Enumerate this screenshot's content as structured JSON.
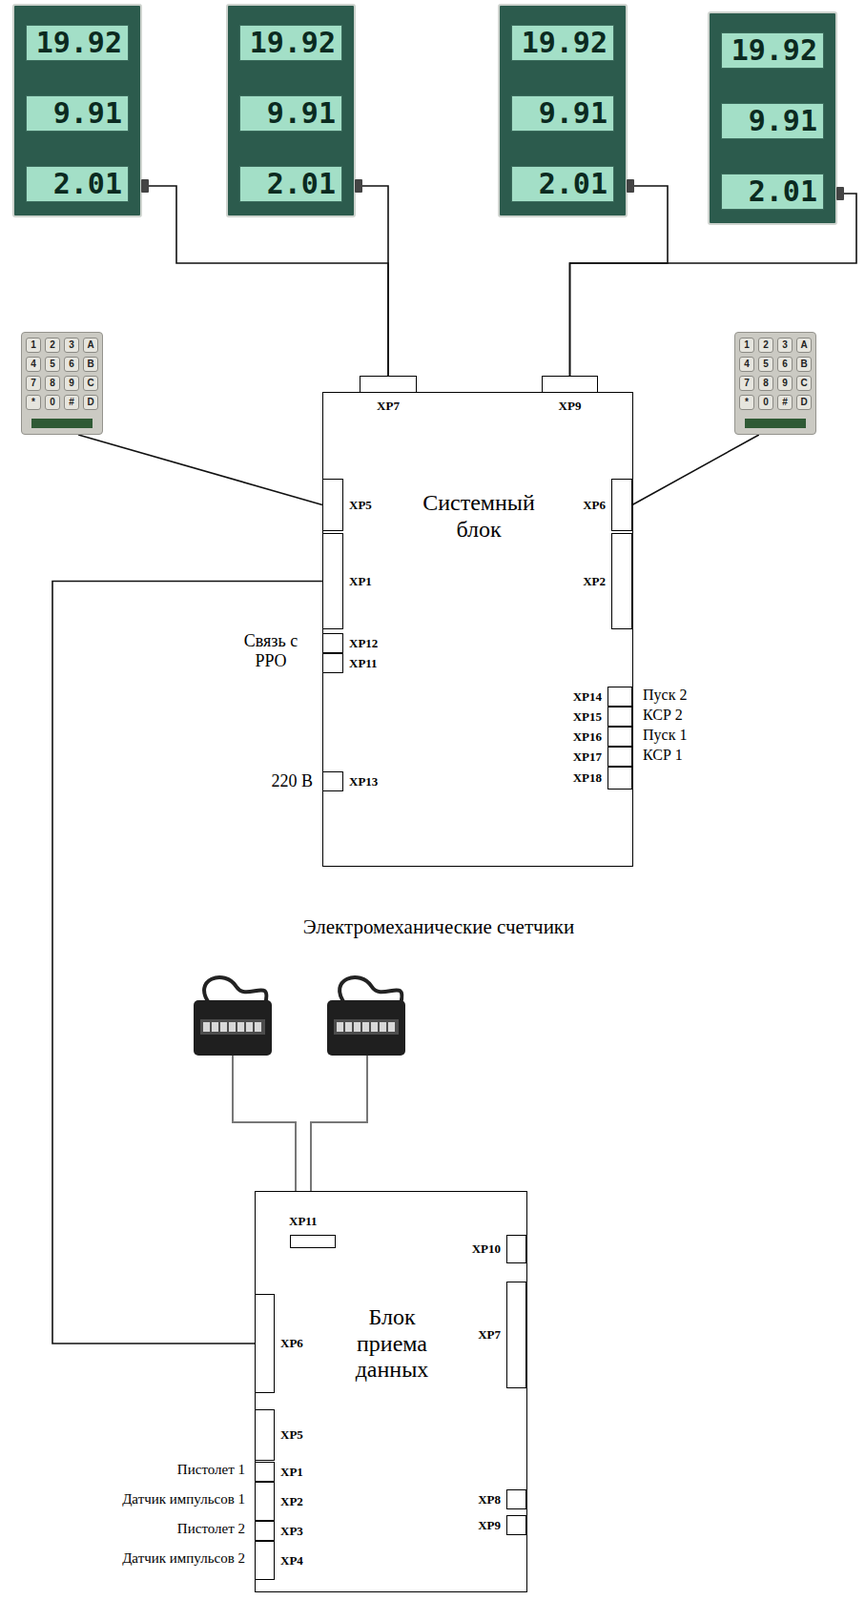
{
  "diagram": {
    "nodes": [
      {
        "text": [
          "19.92",
          "9.91",
          "2.01"
        ]
      },
      {
        "text": [
          "19.92",
          "9.91",
          "2.01"
        ]
      },
      {
        "text": [
          "19.92",
          "9.91",
          "2.01"
        ]
      },
      {
        "text": [
          "19.92",
          "9.91",
          "2.01"
        ]
      },
      {
        "text": [
          "1",
          "2",
          "3",
          "A",
          "4",
          "5",
          "6",
          "B",
          "7",
          "8",
          "9",
          "C",
          "*",
          "0",
          "#",
          "D"
        ]
      },
      {
        "text": [
          "1",
          "2",
          "3",
          "A",
          "4",
          "5",
          "6",
          "B",
          "7",
          "8",
          "9",
          "C",
          "*",
          "0",
          "#",
          "D"
        ]
      },
      {
        "text": [
          "Системный блок"
        ]
      },
      {
        "text": [
          "XP7"
        ],
        "in": 6
      },
      {
        "text": [
          "XP9"
        ],
        "in": 6
      },
      {
        "text": [
          "XP5"
        ],
        "in": 6
      },
      {
        "text": [
          "XP6"
        ],
        "in": 6
      },
      {
        "text": [
          "XP1"
        ],
        "in": 6
      },
      {
        "text": [
          "XP2"
        ],
        "in": 6
      },
      {
        "text": [
          "XP12"
        ],
        "in": 6
      },
      {
        "text": [
          "XP11"
        ],
        "in": 6
      },
      {
        "text": [
          "XP13"
        ],
        "in": 6
      },
      {
        "text": [
          "XP14"
        ],
        "in": 6
      },
      {
        "text": [
          "XP15"
        ],
        "in": 6
      },
      {
        "text": [
          "XP16"
        ],
        "in": 6
      },
      {
        "text": [
          "XP17"
        ],
        "in": 6
      },
      {
        "text": [
          "XP18"
        ],
        "in": 6
      },
      {
        "text": [
          "Блок приема данных"
        ]
      },
      {
        "text": [
          "XP11"
        ],
        "in": 21
      },
      {
        "text": [
          "XP10"
        ],
        "in": 21
      },
      {
        "text": [
          "XP7"
        ],
        "in": 21
      },
      {
        "text": [
          "XP6"
        ],
        "in": 21
      },
      {
        "text": [
          "XP5"
        ],
        "in": 21
      },
      {
        "text": [
          "XP1"
        ],
        "in": 21
      },
      {
        "text": [
          "XP2"
        ],
        "in": 21
      },
      {
        "text": [
          "XP3"
        ],
        "in": 21
      },
      {
        "text": [
          "XP4"
        ],
        "in": 21
      },
      {
        "text": [
          "XP8"
        ],
        "in": 21
      },
      {
        "text": [
          "XP9"
        ],
        "in": 21
      }
    ],
    "edges": [
      {
        "from": 0,
        "to": 7,
        "arrow": "none"
      },
      {
        "from": 1,
        "to": 7,
        "arrow": "none"
      },
      {
        "from": 2,
        "to": 8,
        "arrow": "none"
      },
      {
        "from": 3,
        "to": 8,
        "arrow": "none"
      },
      {
        "from": 4,
        "to": 9,
        "arrow": "none"
      },
      {
        "from": 5,
        "to": 10,
        "arrow": "none"
      },
      {
        "from": 11,
        "to": 25,
        "arrow": "none"
      }
    ],
    "labels": [
      "Связь с РРО",
      "220 В",
      "Пуск 2",
      "КСР 2",
      "Пуск 1",
      "КСР 1",
      "Электромеханические счетчики",
      "Пистолет 1",
      "Датчик импульсов 1",
      "Пистолет 2",
      "Датчик импульсов 2"
    ]
  }
}
